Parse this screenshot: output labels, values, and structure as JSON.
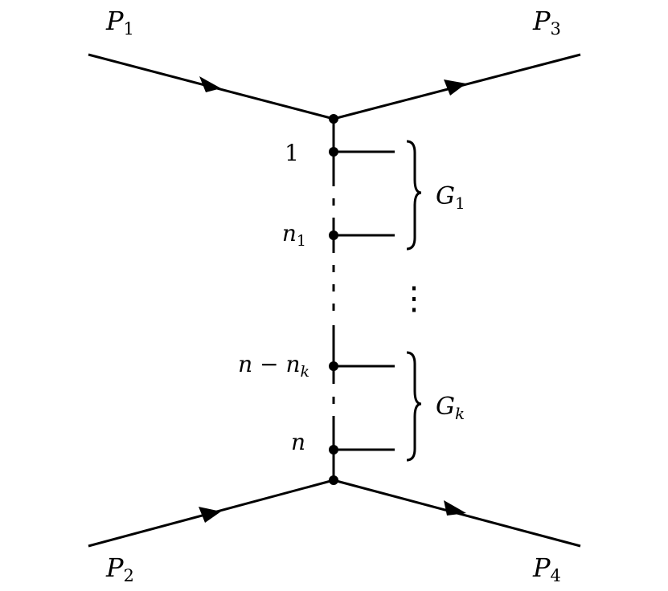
{
  "diagram": {
    "external_legs": [
      {
        "id": "p1",
        "symbol": "P",
        "index": "1"
      },
      {
        "id": "p2",
        "symbol": "P",
        "index": "2"
      },
      {
        "id": "p3",
        "symbol": "P",
        "index": "3"
      },
      {
        "id": "p4",
        "symbol": "P",
        "index": "4"
      }
    ],
    "rungs": [
      {
        "id": "rung-1",
        "label": "1"
      },
      {
        "id": "rung-n1",
        "label": "n",
        "sub": "1"
      },
      {
        "id": "rung-n-minus-nk",
        "label_main": "n",
        "minus": " − ",
        "label_var": "n",
        "sub": "k"
      },
      {
        "id": "rung-n",
        "label": "n"
      }
    ],
    "groups": [
      {
        "id": "group-g1",
        "symbol": "G",
        "sub": "1"
      },
      {
        "id": "group-gk",
        "symbol": "G",
        "sub": "k"
      }
    ],
    "ellipsis": "⋮",
    "colors": {
      "ink": "#000000",
      "background": "#ffffff"
    }
  }
}
